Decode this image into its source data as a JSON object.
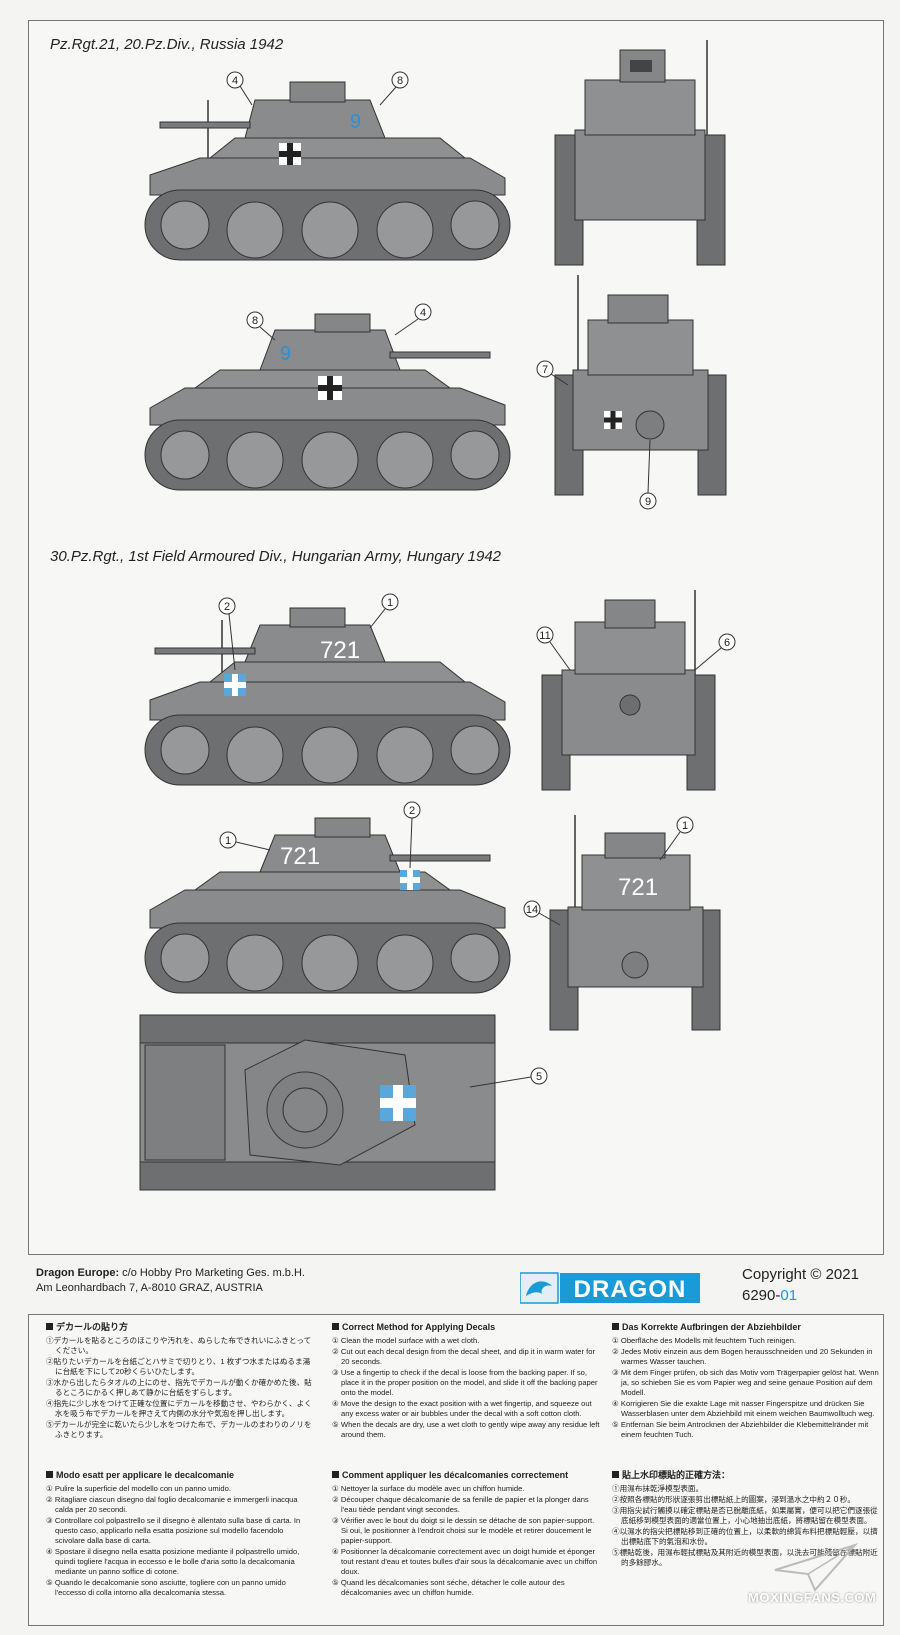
{
  "sections": [
    {
      "title": "Pz.Rgt.21, 20.Pz.Div., Russia 1942"
    },
    {
      "title": "30.Pz.Rgt., 1st Field Armoured Div., Hungarian Army, Hungary 1942"
    }
  ],
  "tank_markings": {
    "hungarian_number": "721",
    "german_turret_number": "9"
  },
  "callouts": {
    "v1_side_left": [
      "4",
      "8"
    ],
    "v1_side_right": [
      "8",
      "4"
    ],
    "v1_rear": [
      "7",
      "9"
    ],
    "v2_side_left": [
      "2",
      "1"
    ],
    "v2_front": [
      "11",
      "6"
    ],
    "v2_side_right": [
      "1",
      "2"
    ],
    "v2_rear": [
      "1",
      "14"
    ],
    "v2_top": [
      "5"
    ]
  },
  "footer": {
    "company": "Dragon Europe:",
    "address_line1": " c/o Hobby Pro Marketing Ges. m.b.H.",
    "address_line2": "Am Leonhardbach 7, A-8010 GRAZ, AUSTRIA",
    "logo_text": "DRAGON",
    "copyright": "Copyright © 2021",
    "code_prefix": "6290-",
    "code_suffix": "01"
  },
  "instructions": {
    "japanese": {
      "title": "デカールの貼り方",
      "steps": [
        "①デカールを貼るところのほこりや汚れを、ぬらした布できれいにふきとってください。",
        "②貼りたいデカールを台紙ごとハサミで切りとり、1 枚ずつ水またはぬるま湯に台紙を下にして20秒くらいひたします。",
        "③水から出したらタオルの上にのせ、指先でデカールが動くか確かめた後、貼るところにかるく押しあて静かに台紙をずらします。",
        "④指先に少し水をつけて正確な位置にデカールを移動させ、やわらかく、よく水を吸う布でデカールを押さえて内側の水分や気泡を押し出します。",
        "⑤デカールが完全に乾いたら少し水をつけた布で、デカールのまわりのノリをふきとります。"
      ]
    },
    "english": {
      "title": "Correct Method for Applying Decals",
      "steps": [
        "① Clean the model surface with a wet cloth.",
        "② Cut out each decal design from the decal sheet, and dip it in warm water for 20 seconds.",
        "③ Use a fingertip to check if the decal is loose from the backing paper. If so, place it in the proper position on the model, and slide it off the backing paper onto the model.",
        "④ Move the design to the exact position with a wet fingertip, and squeeze out any excess water or air bubbles under the decal with a soft cotton cloth.",
        "⑤ When the decals are dry, use a wet cloth to gently wipe away any residue left around them."
      ]
    },
    "german": {
      "title": "Das Korrekte Aufbringen der Abziehbilder",
      "steps": [
        "① Oberfläche des Modells mit feuchtem Tuch reinigen.",
        "② Jedes Motiv einzein aus dem Bogen herausschneiden und 20 Sekunden in warmes Wasser tauchen.",
        "③ Mit dem Finger prüfen, ob sich das Motiv vom Trägerpapier gelöst hat. Wenn ja, so schieben Sie es vom Papier weg and seine genaue Position auf dem Modell.",
        "④ Korrigieren Sie die exakte Lage mit nasser Fingerspitze und drücken Sie Wasserblasen unter dem Abziehbild mit einem weichen Baumwolltuch weg.",
        "⑤ Entfernan Sie beim Antrocknen der Abziehbilder die Klebemittelränder mit einem feuchten Tuch."
      ]
    },
    "italian": {
      "title": "Modo esatt per applicare le decalcomanie",
      "steps": [
        "① Pulire la superficie del modello con un panno umido.",
        "② Ritagliare ciascun disegno dal foglio decalcomanie e immergerli inacqua calda per 20 secondi.",
        "③ Controllare col polpastrello se il disegno è allentato sulla base di carta. In questo caso, applicarlo nella esatta posizione sul modello facendolo scivolare dalla base di carta.",
        "④ Spostare il disegno nella esatta posizione mediante il polpastrello umido, quindi togliere l'acqua in eccesso e le bolle d'aria sotto la decalcomania mediante un panno soffice di cotone.",
        "⑤ Quando le decalcomanie sono asciutte, togliere con un panno umido l'eccesso di colla intorno alla decalcomania stessa."
      ]
    },
    "french": {
      "title": "Comment appliquer les décalcomanies correctement",
      "steps": [
        "① Nettoyer la surface du modèle avec un chiffon humide.",
        "② Découper chaque décalcomanie de sa fenille de papier et la plonger dans l'eau tiède pendant vingt secondes.",
        "③ Vérifier avec le bout du doigt si le dessin se détache de son papier-support. Si oui, le positionner à l'endroit choisi sur le modèle et retirer doucement le papier-support.",
        "④ Positionner la décalcomanie correctement avec un doigt humide et éponger tout restant d'eau et toutes bulles d'air sous la décalcomanie avec un chiffon doux.",
        "⑤ Quand les décalcomanies sont séche, détacher le colle autour des décalcomanies avec un chiffon humide."
      ]
    },
    "chinese": {
      "title": "貼上水印標貼的正確方法：",
      "steps": [
        "①用濕布抹乾淨模型表面。",
        "②按照各標貼的形狀逐張剪出標貼紙上的圖案，浸到溫水之中約２０秒。",
        "③用指尖試行觸摸以確定標貼是否已脫離底紙，如果屬實，便可以把它們逐張從底紙移到模型表面的適當位置上，小心地抽出底紙，將標貼留在模型表面。",
        "④以濕水的指尖把標貼移到正確的位置上，以柔軟的綿質布料把標貼輕壓，以擠出標貼底下的氣泡和水份。",
        "⑤標貼乾後，用濕布輕拭標貼及其附近的模型表面，以洗去可能殘留在標貼附近的多餘膠水。"
      ]
    }
  },
  "watermark": "MOXINGFANS.COM",
  "colors": {
    "tank_grey": "#8a8b8c",
    "tank_dark": "#5e5f61",
    "cross_white": "#ffffff",
    "number_blue": "#2f8fd0",
    "hungarian_blue": "#5aa7dc",
    "dragon_blue": "#1a9ad6"
  }
}
